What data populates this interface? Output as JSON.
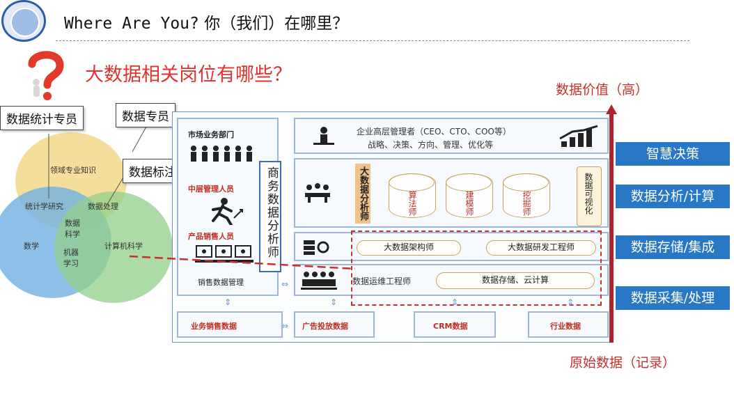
{
  "header": {
    "title_en": "Where Are You?",
    "title_zh": "你（我们）在哪里？",
    "subtitle": "大数据相关岗位有哪些？"
  },
  "venn": {
    "circles": [
      {
        "label": "领域专业知识",
        "color": "#f2d889"
      },
      {
        "label": "数学",
        "color": "#6fb0e2"
      },
      {
        "label": "计算机科学",
        "color": "#92cf8a"
      }
    ],
    "overlaps": [
      "统计学研究",
      "数据处理",
      "数据科学",
      "机器学习"
    ]
  },
  "callouts": [
    "数据统计专员",
    "数据专员",
    "数据标注"
  ],
  "diagram": {
    "market": {
      "title": "市场业务部门",
      "mid_manager": "中层管理人员",
      "product_sales": "产品销售人员",
      "sales_mgmt": "销售数据管理"
    },
    "business_analyst": "商务数据分析师",
    "executive": {
      "line1": "企业高层管理者（CEO、CTO、COO等）",
      "line2": "战略、决策、方向、管理、优化等"
    },
    "analyst": "大数据分析师",
    "cylinders": [
      "算法师",
      "建模师",
      "挖掘师"
    ],
    "visualizer": "数据可视化",
    "architect": "大数据架构师",
    "rd_engineer": "大数据研发工程师",
    "ops_engineer": "数据运维工程师",
    "storage": "数据存储、云计算",
    "sources": [
      "业务销售数据",
      "广告投放数据",
      "CRM数据",
      "行业数据"
    ]
  },
  "value_axis": {
    "top": "数据价值（高）",
    "bottom": "原始数据（记录）"
  },
  "levels": [
    "智慧决策",
    "数据分析/计算",
    "数据存储/集成",
    "数据采集/处理"
  ],
  "colors": {
    "accent_red": "#c9302c",
    "level_blue": "#2878c6"
  }
}
